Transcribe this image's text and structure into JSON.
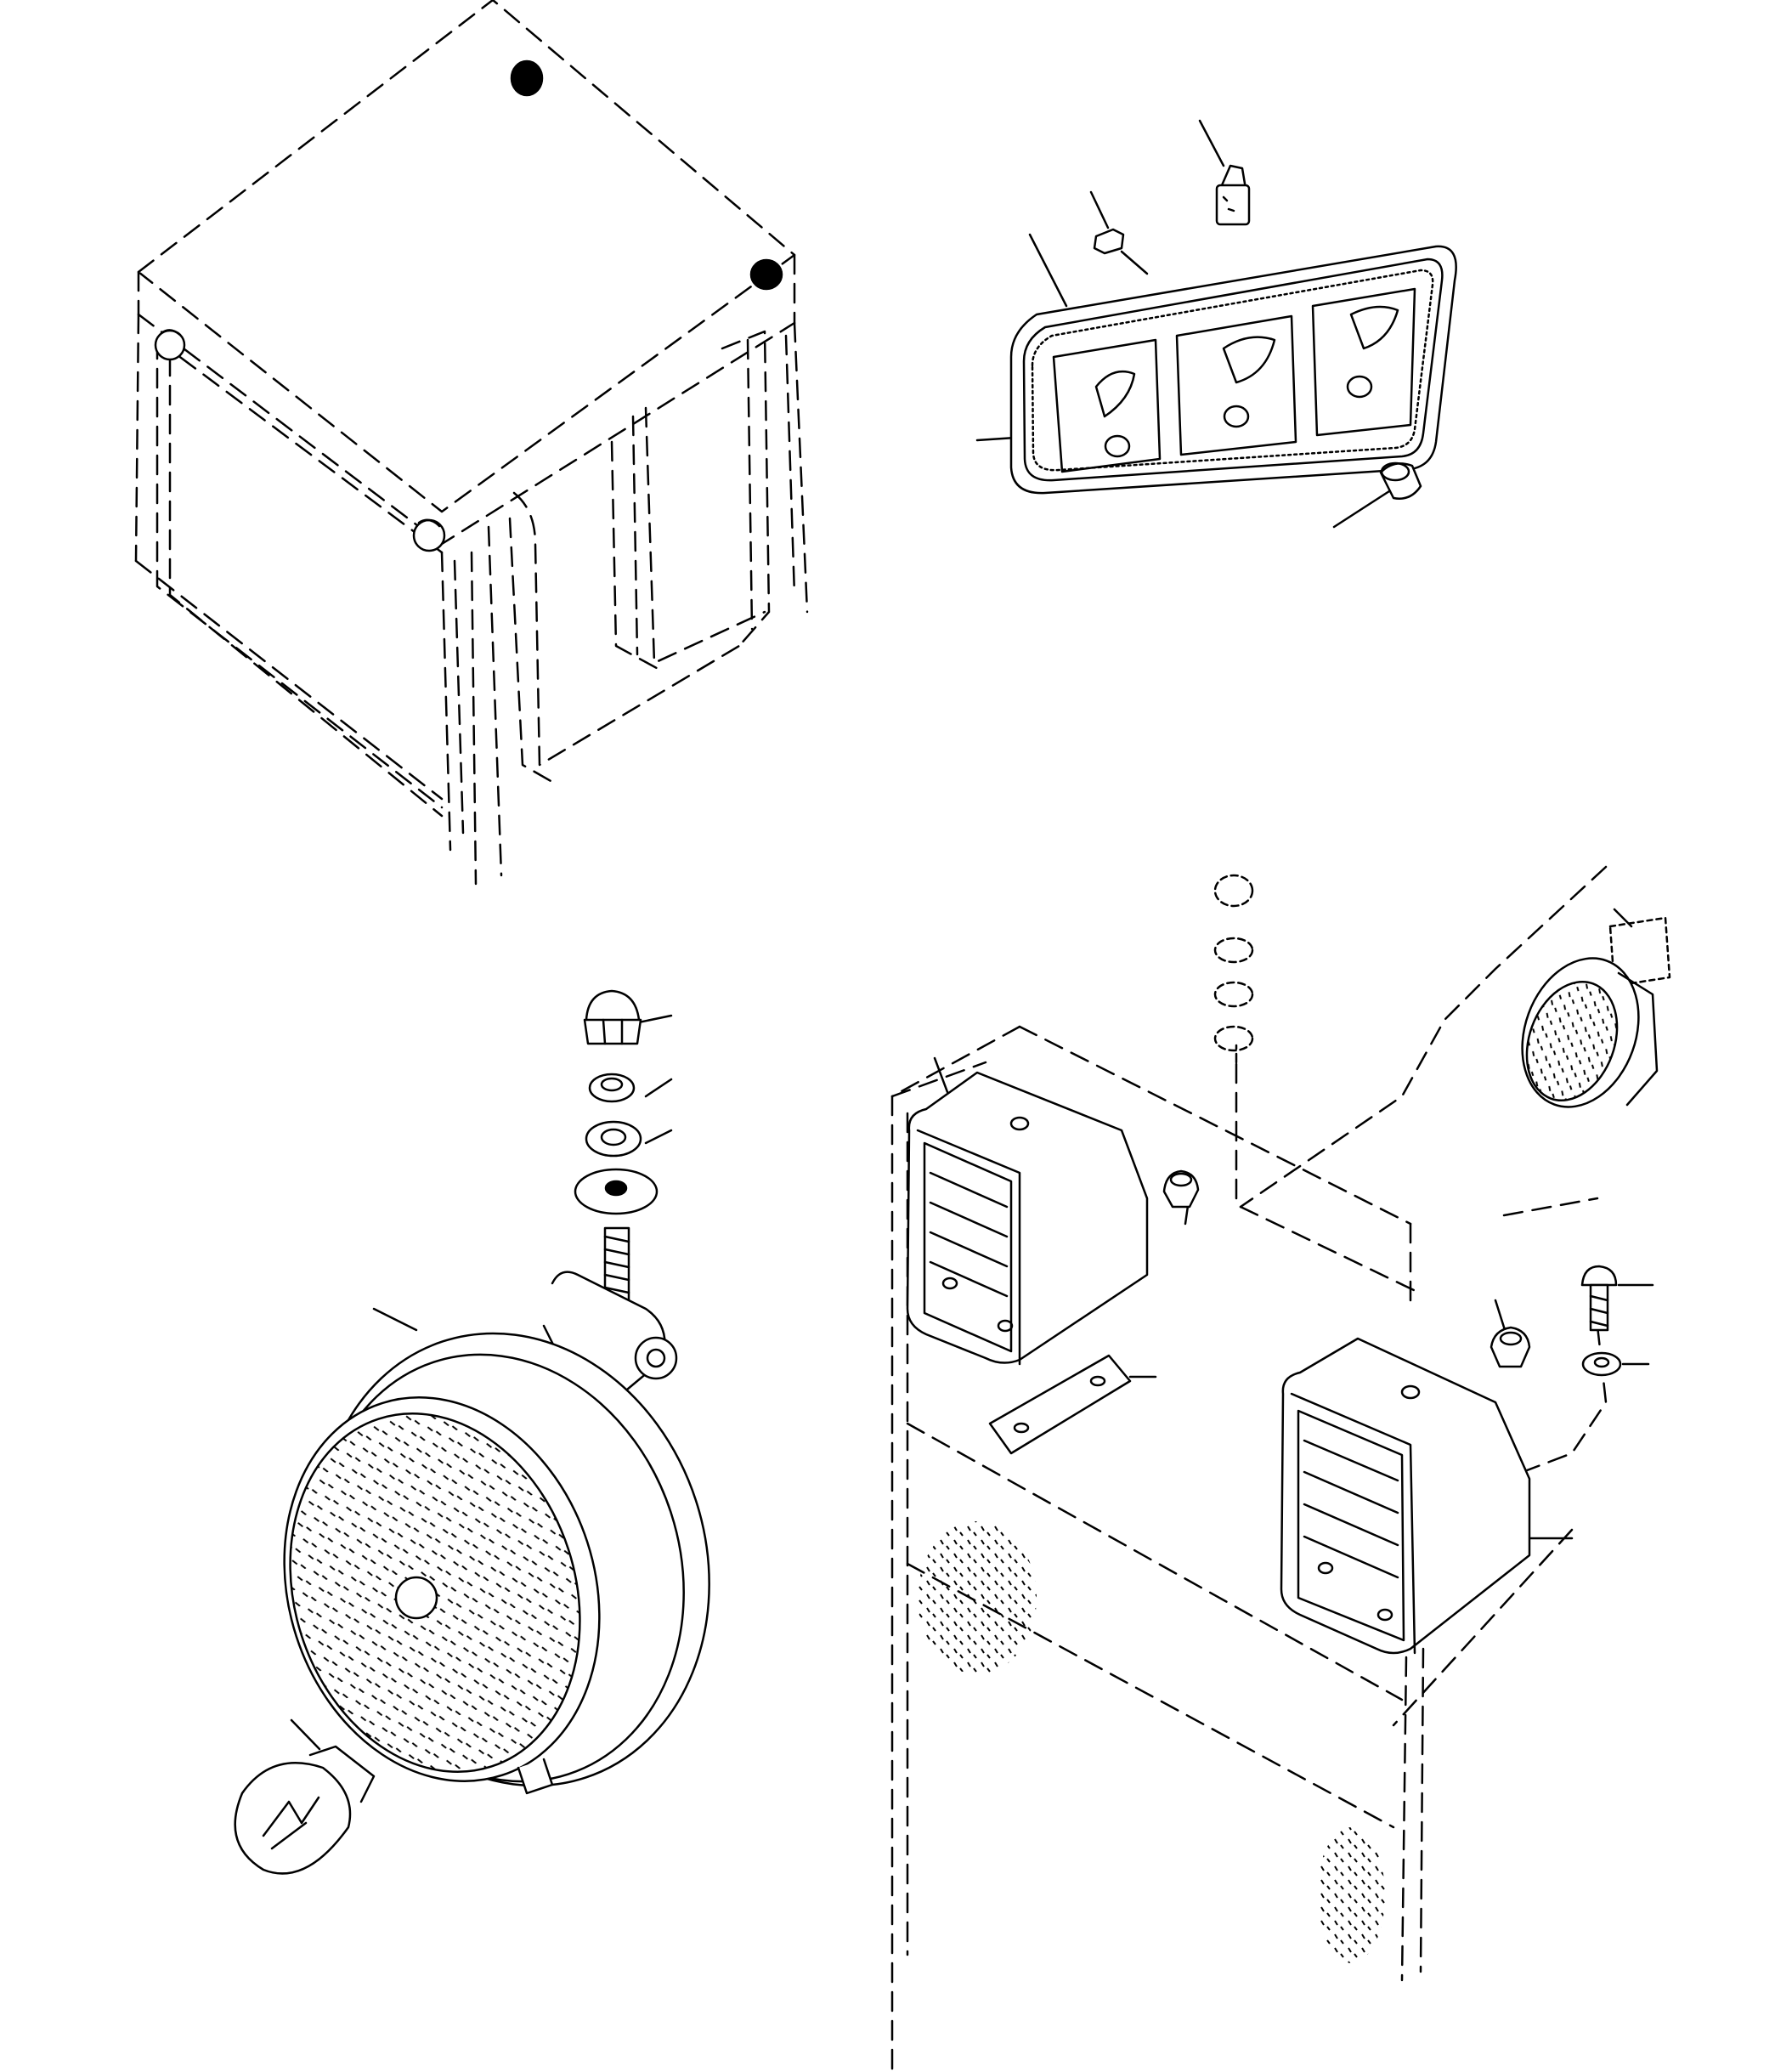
{
  "diagram": {
    "kind": "exploded parts diagram",
    "ink_color": "#000000",
    "paper_color": "#ffffff",
    "groups": [
      {
        "id": "cab",
        "icon": "cab-outline-icon"
      },
      {
        "id": "rear-lamp",
        "icon": "rear-combination-lamp-icon"
      },
      {
        "id": "work-lamp",
        "icon": "work-lamp-icon"
      },
      {
        "id": "tail-lamps",
        "icon": "tail-lamp-bracket-icon"
      }
    ]
  }
}
